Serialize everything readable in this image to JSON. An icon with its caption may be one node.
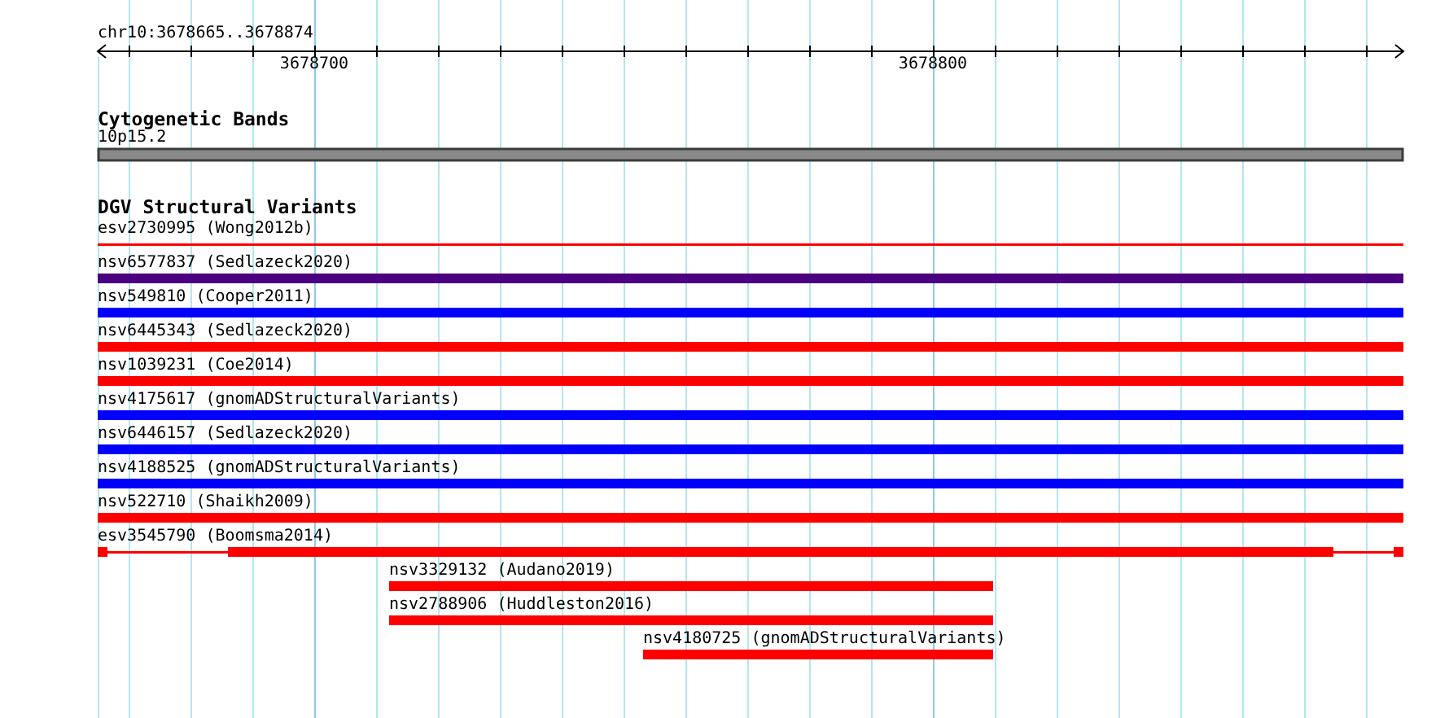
{
  "diagram": {
    "labels": [
      "chr10:3678665..3678874",
      "3678700",
      "3678800",
      "Cytogenetic Bands",
      "10p15.2",
      "DGV Structural Variants",
      "esv2730995 (Wong2012b)",
      "nsv6577837 (Sedlazeck2020)",
      "nsv549810 (Cooper2011)",
      "nsv6445343 (Sedlazeck2020)",
      "nsv1039231 (Coe2014)",
      "nsv4175617 (gnomADStructuralVariants)",
      "nsv6446157 (Sedlazeck2020)",
      "nsv4188525 (gnomADStructuralVariants)",
      "nsv522710 (Shaikh2009)",
      "esv3545790 (Boomsma2014)",
      "nsv3329132 (Audano2019)",
      "nsv2788906 (Huddleston2016)",
      "nsv4180725 (gnomADStructuralVariants)"
    ]
  }
}
